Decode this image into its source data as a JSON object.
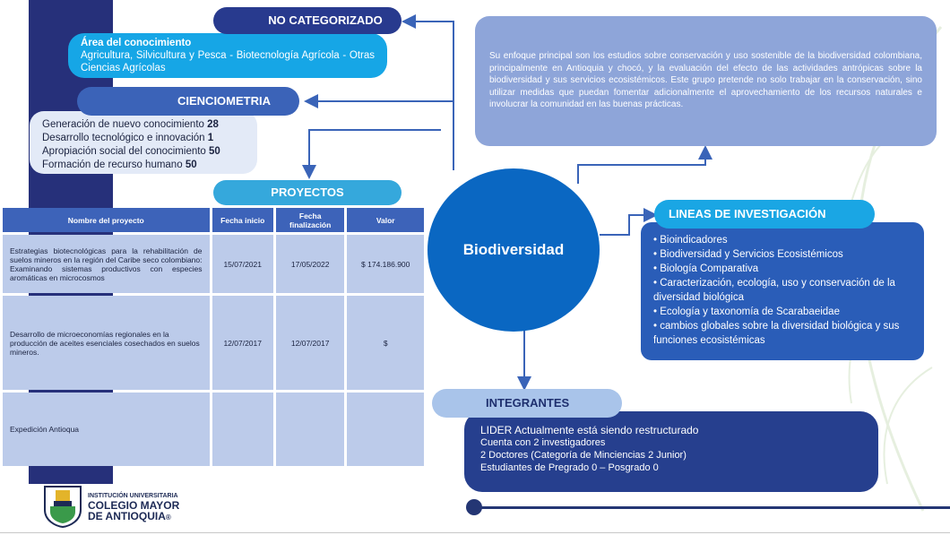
{
  "no_categorizado": {
    "title": "NO CATEGORIZADO",
    "area_label": "Área del conocimiento",
    "area_value": "Agricultura, Silvicultura y Pesca - Biotecnología Agrícola - Otras Ciencias Agrícolas"
  },
  "cienciometria": {
    "title": "CIENCIOMETRIA",
    "items": [
      {
        "label": "Generación de nuevo conocimiento",
        "value": "28"
      },
      {
        "label": "Desarrollo tecnológico e innovación",
        "value": "1"
      },
      {
        "label": "Apropiación social del conocimiento",
        "value": "50"
      },
      {
        "label": "Formación de recurso humano",
        "value": "50"
      }
    ]
  },
  "proyectos": {
    "title": "PROYECTOS",
    "headers": [
      "Nombre del proyecto",
      "Fecha inicio",
      "Fecha finalización",
      "Valor"
    ],
    "rows": [
      {
        "name": "Estrategias biotecnológicas para la rehabilitación de suelos mineros en la región del Caribe seco colombiano: Examinando sistemas productivos con especies aromáticas en microcosmos",
        "inicio": "15/07/2021",
        "fin": "17/05/2022",
        "valor": "$ 174.186.900"
      },
      {
        "name": "Desarrollo de microeconomías regionales en la producción de aceites esenciales cosechados en suelos mineros.",
        "inicio": "12/07/2017",
        "fin": "12/07/2017",
        "valor": "$"
      },
      {
        "name": "Expedición Antioqua",
        "inicio": "",
        "fin": "",
        "valor": ""
      }
    ]
  },
  "center": {
    "title": "Biodiversidad"
  },
  "description": "Su enfoque principal son los estudios sobre conservación y uso sostenible de la biodiversidad colombiana, principalmente en Antioquia y chocó, y la evaluación del efecto de las actividades antrópicas sobre la biodiversidad y sus servicios ecosistémicos. Este grupo pretende no solo trabajar en la conservación, sino utilizar medidas que puedan fomentar adicionalmente el aprovechamiento de los recursos naturales e involucrar la comunidad en las buenas prácticas.",
  "lineas": {
    "title": "LINEAS DE INVESTIGACIÓN",
    "items": [
      "• Bioindicadores",
      "• Biodiversidad y Servicios Ecosistémicos",
      "• Biología Comparativa",
      "• Caracterización, ecología, uso y conservación de la diversidad biológica",
      "• Ecología y taxonomía de Scarabaeidae",
      "• cambios globales sobre la diversidad biológica y sus funciones ecosistémicas"
    ]
  },
  "integrantes": {
    "title": "INTEGRANTES",
    "lines": [
      "LIDER Actualmente está siendo restructurado",
      "Cuenta con 2 investigadores",
      "2 Doctores (Categoría de Minciencias 2 Junior)",
      "Estudiantes de Pregrado 0 – Posgrado 0"
    ]
  },
  "logo": {
    "line1": "INSTITUCIÓN UNIVERSITARIA",
    "line2": "COLEGIO MAYOR",
    "line3": "DE ANTIOQUIA",
    "reg": "®"
  },
  "colors": {
    "navy": "#26307a",
    "primary_blue": "#0a67c2",
    "cyan": "#16a6e6",
    "light_bg": "#e3eaf7"
  }
}
